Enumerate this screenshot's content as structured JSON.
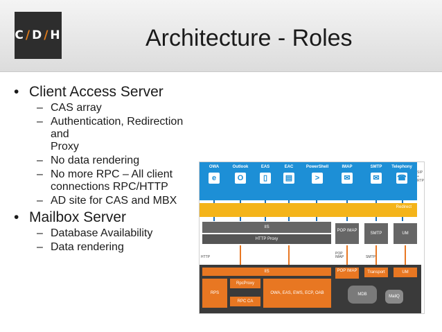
{
  "header": {
    "logo": {
      "left": "C",
      "slash1": "/",
      "mid": "D",
      "slash2": "/",
      "right": "H"
    },
    "title": "Architecture - Roles"
  },
  "bullets": [
    {
      "text": "Client Access Server",
      "subs": [
        "CAS array",
        "Authentication, Redirection and Proxy",
        "No data rendering",
        "No more RPC – All client connections RPC/HTTP",
        "AD site for CAS and MBX"
      ]
    },
    {
      "text": "Mailbox Server",
      "subs": [
        "Database Availability",
        "Data rendering"
      ]
    }
  ],
  "diagram": {
    "clients": [
      "OWA",
      "Outlook",
      "EAS",
      "EAC",
      "PowerShell",
      "IMAP",
      "SMTP",
      "Telephony"
    ],
    "side_label": "SIP + RTP",
    "redirect": "Redirect",
    "cas_iis": "IIS",
    "http_proxy": "HTTP Proxy",
    "pop_imap": "POP IMAP",
    "smtp": "SMTP",
    "um": "UM",
    "http_label": "HTTP",
    "pop_imap_label": "POP IMAP",
    "smtp_label": "SMTP",
    "mbx_iis": "IIS",
    "mbx_pop_imap": "POP IMAP",
    "transport": "Transport",
    "mbx_um": "UM",
    "rpc_proxy": "RpcProxy",
    "rps": "RPS",
    "rpc_ca": "RPC CA",
    "owa_etc": "OWA, EAS, EWS, ECP, OAB",
    "mdb": "MDB",
    "mailq": "MailQ"
  }
}
